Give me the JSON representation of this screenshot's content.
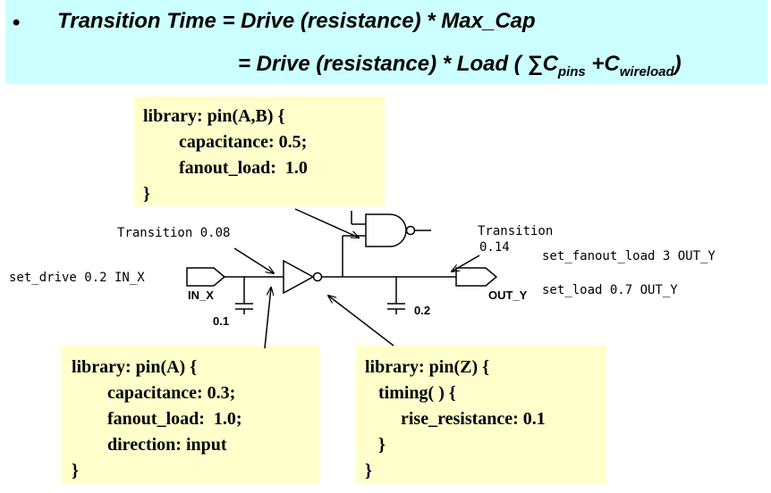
{
  "header": {
    "bullet": "•",
    "line1": "Transition Time = Drive (resistance) * Max_Cap",
    "line2_prefix": "= Drive (resistance) * Load ( ",
    "sigma": "∑",
    "c1": "C",
    "sub_pins": "pins",
    "plus": " +C",
    "sub_wireload": "wireload",
    "close": ")"
  },
  "boxes": {
    "top": [
      "library: pin(A,B) {",
      "        capacitance: 0.5;",
      "        fanout_load:  1.0",
      "}"
    ],
    "bottom_left": [
      "library: pin(A) {",
      "        capacitance: 0.3;",
      "        fanout_load:  1.0;",
      "        direction: input",
      "}"
    ],
    "bottom_right": [
      "library: pin(Z) {",
      "   timing( ) {",
      "        rise_resistance: 0.1",
      "   }",
      "}"
    ]
  },
  "labels": {
    "transition_in": "Transition 0.08",
    "transition_out_1": "Transition",
    "transition_out_2": "0.14",
    "set_drive": "set_drive 0.2 IN_X",
    "set_fanout": "set_fanout_load 3 OUT_Y",
    "set_load": "set_load 0.7 OUT_Y",
    "in_port": "IN_X",
    "out_port": "OUT_Y",
    "cap_in": "0.1",
    "cap_out": "0.2"
  }
}
